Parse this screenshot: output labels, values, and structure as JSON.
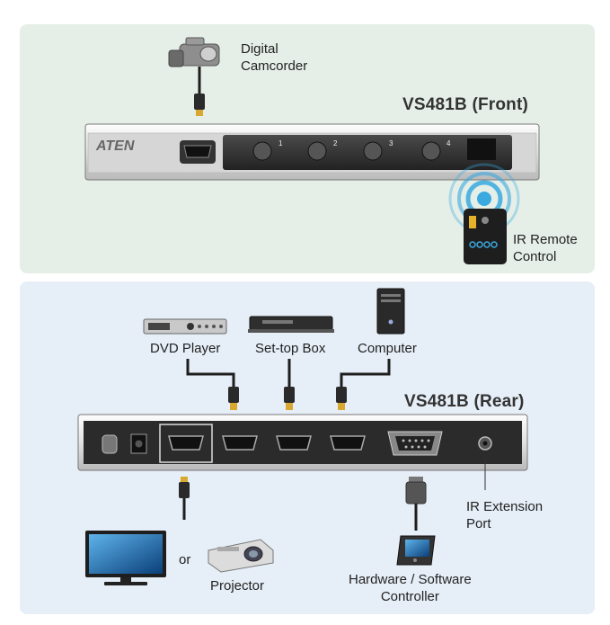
{
  "front": {
    "title": "VS481B (Front)",
    "brand": "ATEN",
    "buttons": [
      "1",
      "2",
      "3",
      "4"
    ],
    "devices": {
      "camcorder": "Digital\nCamcorder",
      "ir_remote": "IR Remote\nControl"
    }
  },
  "rear": {
    "title": "VS481B (Rear)",
    "devices": {
      "dvd": "DVD Player",
      "settop": "Set-top Box",
      "computer": "Computer",
      "or": "or",
      "projector": "Projector",
      "controller": "Hardware / Software\nController",
      "ir_ext": "IR Extension\nPort"
    }
  },
  "colors": {
    "front_bg": "#e5efe7",
    "rear_bg": "#e6eef7",
    "ir_waves": "#3aa9e0",
    "cable": "#1e1e1e"
  }
}
